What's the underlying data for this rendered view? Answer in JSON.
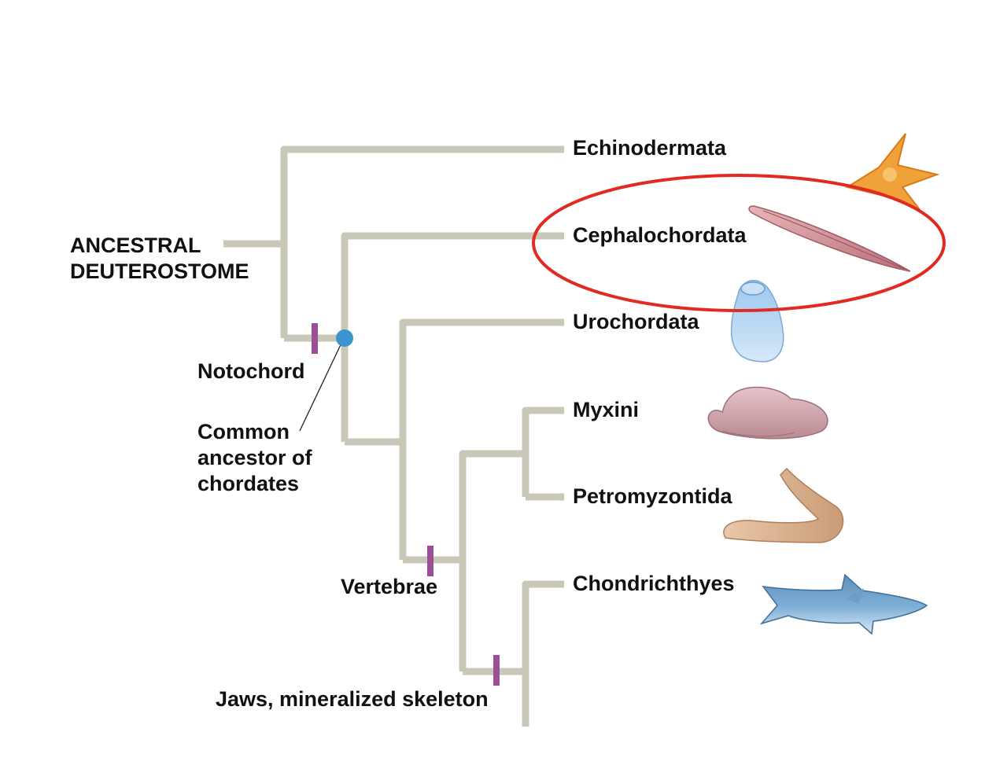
{
  "root_label": [
    "ANCESTRAL",
    "DEUTEROSTOME"
  ],
  "taxa": [
    "Echinodermata",
    "Cephalochordata",
    "Urochordata",
    "Myxini",
    "Petromyzontida",
    "Chondrichthyes"
  ],
  "traits": {
    "notochord": "Notochord",
    "vertebrae": "Vertebrae",
    "jaws": "Jaws, mineralized skeleton"
  },
  "common_ancestor_label": [
    "Common",
    "ancestor of",
    "chordates"
  ],
  "highlighted_taxon": "Cephalochordata",
  "colors": {
    "branch": "#c8c7b8",
    "trait_mark": "#9b4f96",
    "ancestor_node": "#3d95d0",
    "highlight": "#e02a22",
    "text": "#111111"
  },
  "icons": [
    "starfish-image",
    "lancelet-image",
    "tunicate-image",
    "hagfish-image",
    "lamprey-image",
    "shark-image"
  ]
}
